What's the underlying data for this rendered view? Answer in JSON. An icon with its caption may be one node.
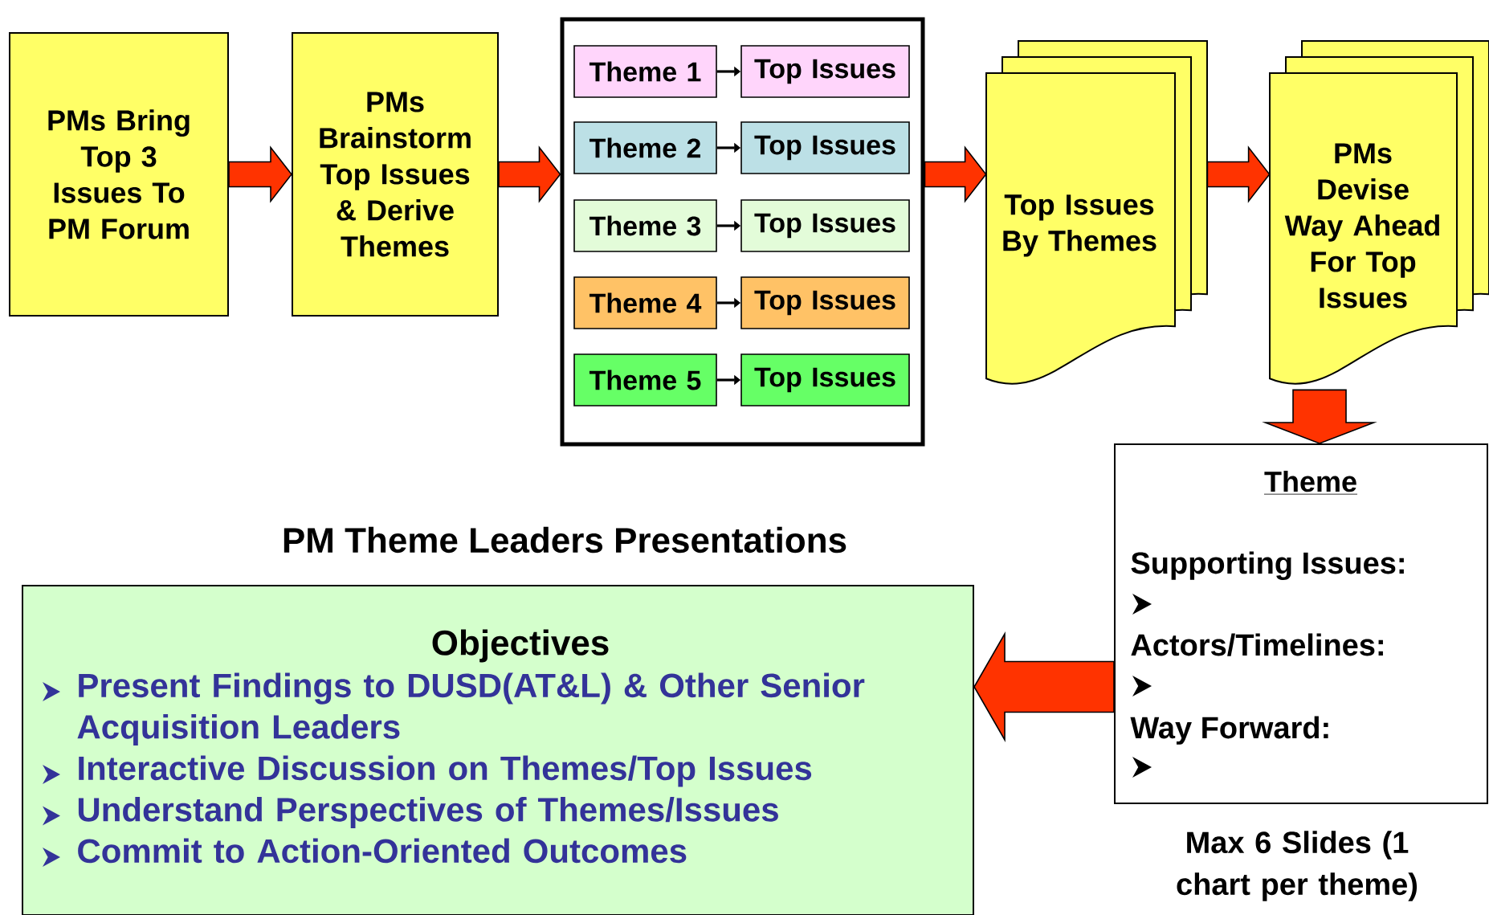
{
  "diagram": {
    "nodes": [
      {
        "text": [
          "PMs Bring Top 3 Issues To PM Forum"
        ]
      },
      {
        "text": [
          "PMs Brainstorm Top Issues & Derive Themes"
        ]
      },
      {
        "text": [],
        "shape": "box"
      },
      {
        "text": [
          "Theme 1"
        ],
        "in": 2
      },
      {
        "text": [
          "Top Issues"
        ],
        "in": 2
      },
      {
        "text": [
          "Theme 2"
        ],
        "in": 2
      },
      {
        "text": [
          "Top Issues"
        ],
        "in": 2
      },
      {
        "text": [
          "Theme 3"
        ],
        "in": 2
      },
      {
        "text": [
          "Top Issues"
        ],
        "in": 2
      },
      {
        "text": [
          "Theme 4"
        ],
        "in": 2
      },
      {
        "text": [
          "Top Issues"
        ],
        "in": 2
      },
      {
        "text": [
          "Theme 5"
        ],
        "in": 2
      },
      {
        "text": [
          "Top Issues"
        ],
        "in": 2
      },
      {
        "text": [
          "Top Issues By Themes"
        ]
      },
      {
        "text": [
          "PMs Devise Way Ahead For Top Issues"
        ]
      },
      {
        "text": [
          "Theme",
          "Supporting Issues:",
          "Actors/Timelines:",
          "Way Forward:"
        ],
        "beside": [
          "Max 6 Slides (1 chart per theme)"
        ]
      },
      {
        "text": [
          "PM Theme Leaders Presentations",
          "Objectives",
          "Present Findings to DUSD(AT&L) & Other Senior Acquisition Leaders",
          "Interactive Discussion on Themes/Top Issues",
          "Understand Perspectives of  Themes/Issues",
          "Commit to Action-Oriented Outcomes"
        ]
      }
    ],
    "edges": [
      {
        "from": 0,
        "to": 1,
        "arrow": "to",
        "style": "thick"
      },
      {
        "from": 1,
        "to": 2,
        "arrow": "to",
        "style": "thick"
      },
      {
        "from": 2,
        "to": 13,
        "arrow": "to",
        "style": "thick"
      },
      {
        "from": 13,
        "to": 14,
        "arrow": "to",
        "style": "thick"
      },
      {
        "from": 14,
        "to": 15,
        "arrow": "to",
        "style": "thick"
      },
      {
        "from": 15,
        "to": 16,
        "arrow": "to",
        "style": "thick"
      },
      {
        "from": 3,
        "to": 4,
        "arrow": "to",
        "color": "#000000"
      },
      {
        "from": 5,
        "to": 6,
        "arrow": "to",
        "color": "#000000"
      },
      {
        "from": 7,
        "to": 8,
        "arrow": "to",
        "color": "#000000"
      },
      {
        "from": 9,
        "to": 10,
        "arrow": "to",
        "color": "#000000"
      },
      {
        "from": 11,
        "to": 12,
        "arrow": "to",
        "color": "#000000"
      }
    ]
  }
}
